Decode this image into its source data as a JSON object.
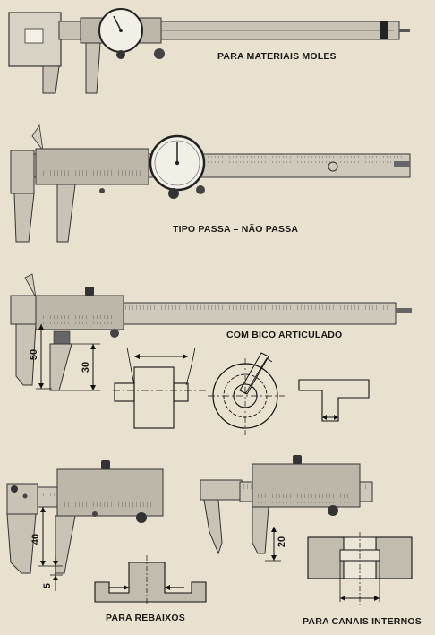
{
  "captions": {
    "moles": "PARA MATERIAIS MOLES",
    "passa": "TIPO PASSA – NÃO PASSA",
    "articulado": "COM BICO ARTICULADO",
    "rebaixos": "PARA REBAIXOS",
    "canais": "PARA CANAIS INTERNOS"
  },
  "dimensions": {
    "d50": "50",
    "d30": "30",
    "d40": "40",
    "d5": "5",
    "d20": "20"
  },
  "colors": {
    "paper": "#e9e1cf",
    "ink": "#1b1a17",
    "steel": "#b9b4a8"
  }
}
